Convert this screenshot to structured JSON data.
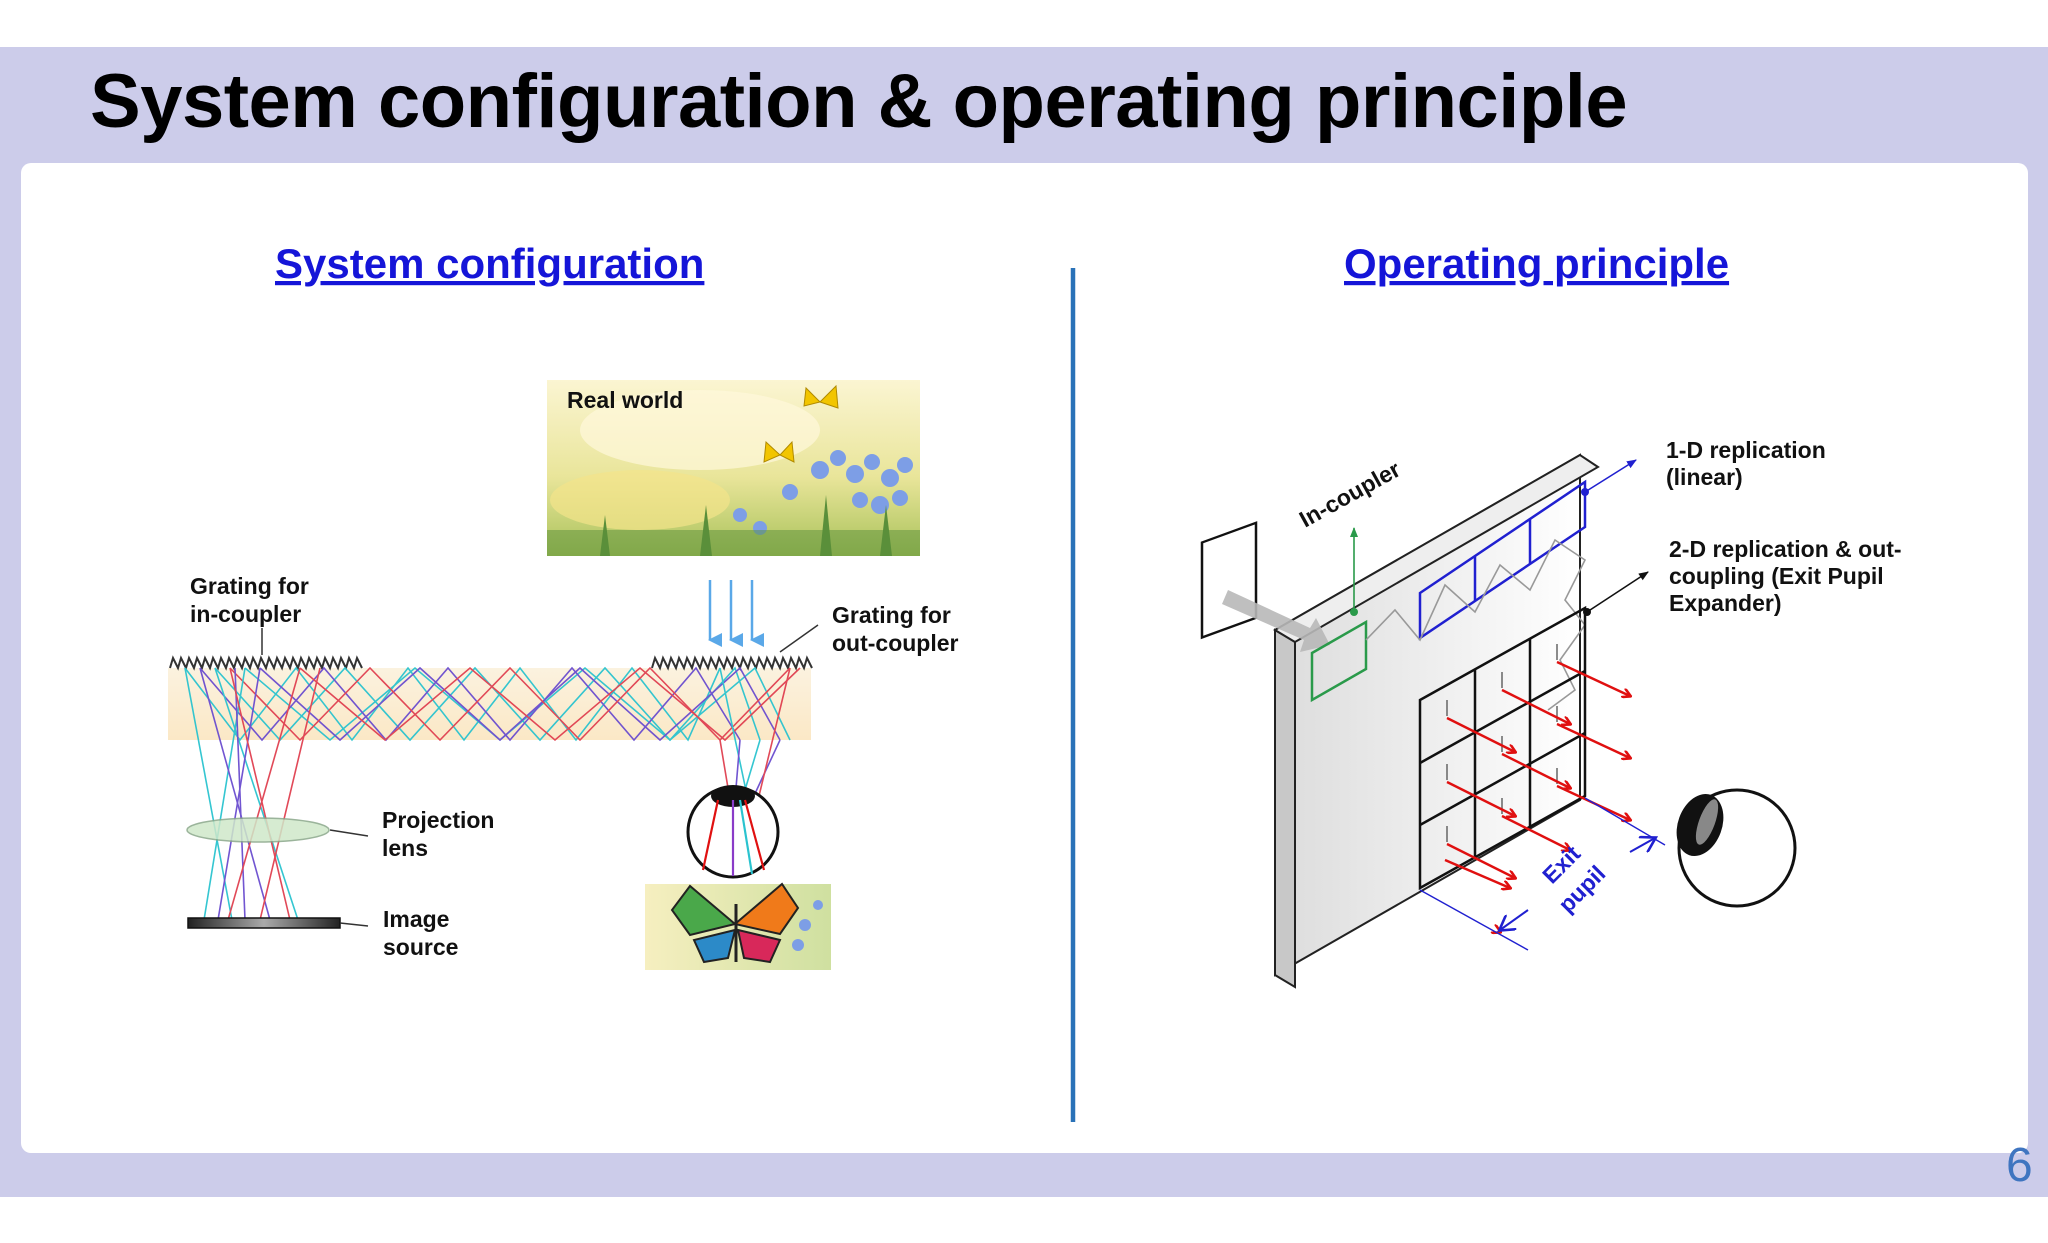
{
  "slide": {
    "title": "System configuration & operating principle",
    "page_number": "6"
  },
  "left": {
    "heading": "System configuration",
    "labels": {
      "real_world": "Real world",
      "grating_in_1": "Grating for",
      "grating_in_2": "in-coupler",
      "grating_out_1": "Grating for",
      "grating_out_2": "out-coupler",
      "projection_1": "Projection",
      "projection_2": "lens",
      "image_1": "Image",
      "image_2": "source"
    }
  },
  "right": {
    "heading": "Operating principle",
    "labels": {
      "in_coupler": "In-coupler",
      "rep1_1": "1-D replication",
      "rep1_2": "(linear)",
      "rep2_1": "2-D replication & out-",
      "rep2_2": "coupling (Exit Pupil",
      "rep2_3": "Expander)",
      "exit_1": "Exit",
      "exit_2": "pupil"
    }
  },
  "colors": {
    "band": "#ccccea",
    "heading": "#1515d8",
    "divider": "#2a72b8",
    "page_number": "#3f75c0"
  }
}
